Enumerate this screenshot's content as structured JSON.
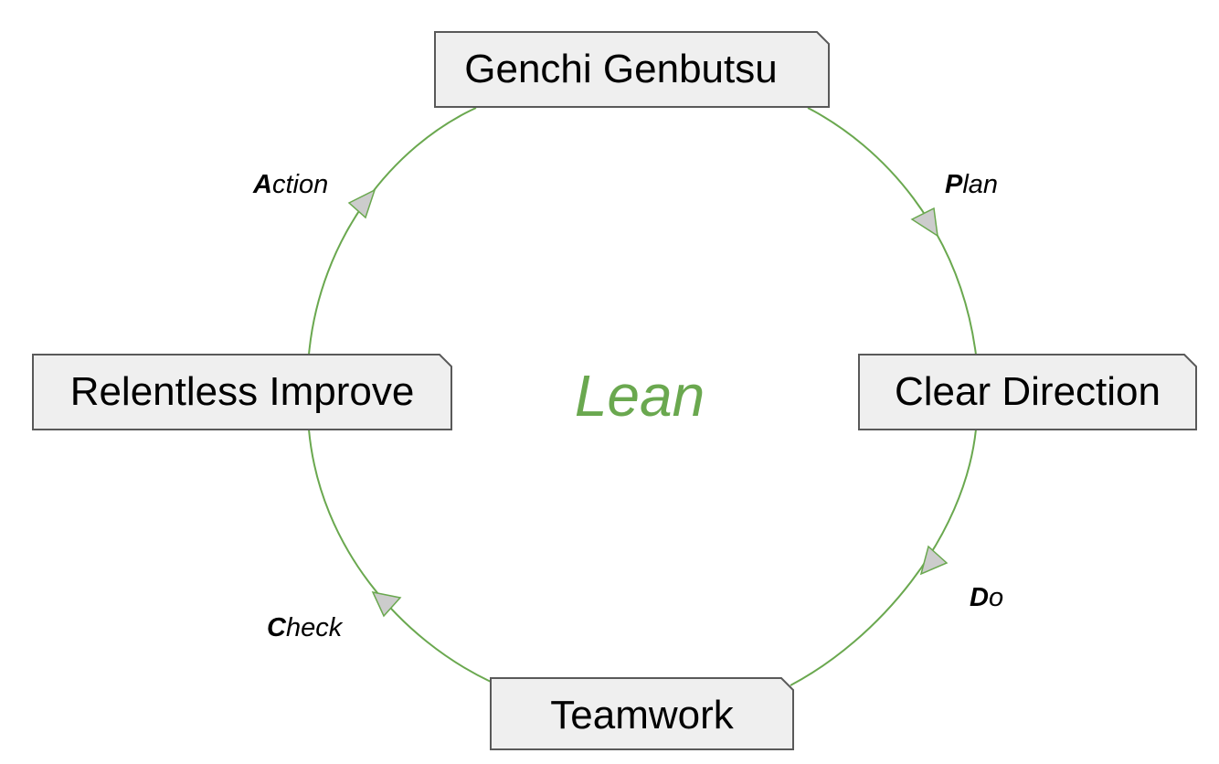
{
  "center": {
    "label": "Lean"
  },
  "nodes": {
    "top": "Genchi Genbutsu",
    "right": "Clear Direction",
    "bottom": "Teamwork",
    "left": "Relentless Improve"
  },
  "steps": {
    "plan": {
      "initial": "P",
      "rest": "lan"
    },
    "do": {
      "initial": "D",
      "rest": "o"
    },
    "check": {
      "initial": "C",
      "rest": "heck"
    },
    "action": {
      "initial": "A",
      "rest": "ction"
    }
  },
  "colors": {
    "cycle_line": "#6aa84f",
    "center_text": "#6aa84f",
    "box_fill": "#efefef",
    "box_border": "#595959",
    "arrow_fill": "#cccccc"
  }
}
